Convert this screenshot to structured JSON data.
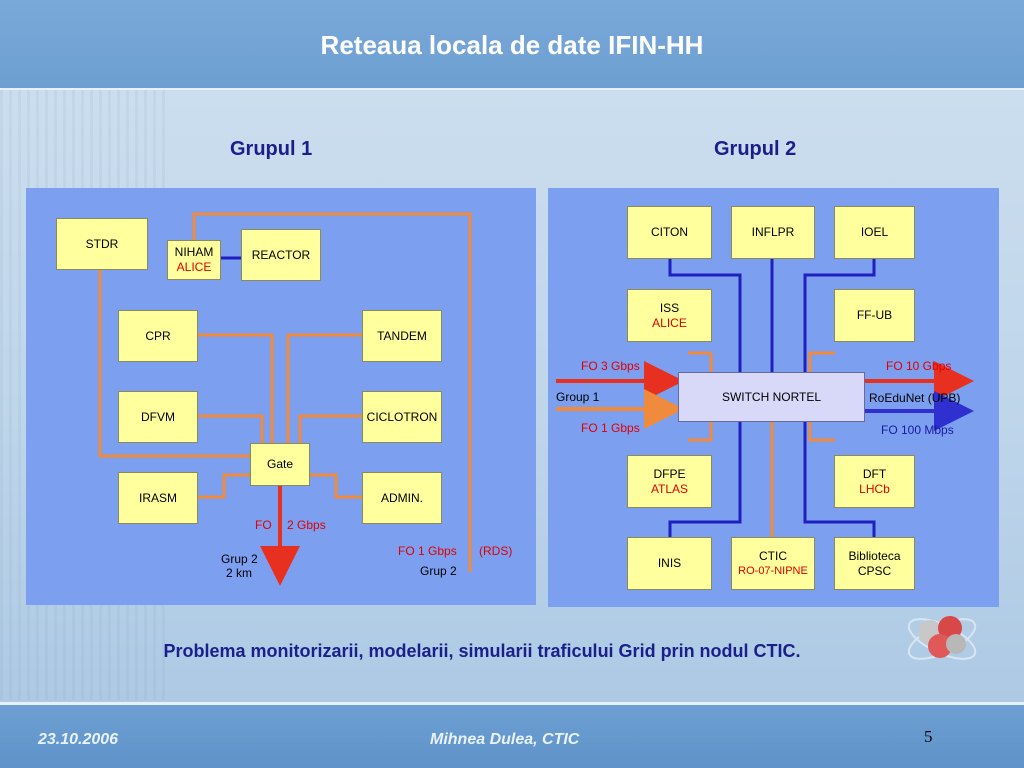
{
  "title": "Reteaua locala de date IFIN-HH",
  "colors": {
    "title_bar": "#6d9fd2",
    "panel": "#7d9ff0",
    "box": "#ffff9e",
    "wire_orange": "#f08a3c",
    "wire_blue": "#2020c0",
    "arrow_red": "#e83020",
    "heading": "#1a1f8c"
  },
  "group1": {
    "heading": "Grupul 1",
    "boxes": {
      "stdr": "STDR",
      "niham_line1": "NIHAM",
      "niham_line2": "ALICE",
      "reactor": "REACTOR",
      "cpr": "CPR",
      "tandem": "TANDEM",
      "dfvm": "DFVM",
      "ciclotron": "CICLOTRON",
      "gate": "Gate",
      "irasm": "IRASM",
      "admin": "ADMIN."
    },
    "labels": {
      "fo": "FO",
      "gbps": "2 Gbps",
      "grup2_line1": "Grup 2",
      "grup2_line2": "2 km",
      "fo1": "FO 1 Gbps",
      "rds": "(RDS)",
      "grup2_right": "Grup 2"
    }
  },
  "group2": {
    "heading": "Grupul 2",
    "boxes": {
      "citon": "CITON",
      "inflpr": "INFLPR",
      "ioel": "IOEL",
      "iss_line1": "ISS",
      "iss_line2": "ALICE",
      "ffub": "FF-UB",
      "switch": "SWITCH NORTEL",
      "dfpe_line1": "DFPE",
      "dfpe_line2": "ATLAS",
      "dft_line1": "DFT",
      "dft_line2": "LHCb",
      "inis": "INIS",
      "ctic_line1": "CTIC",
      "ctic_line2": "RO-07-NIPNE",
      "biblio_line1": "Biblioteca",
      "biblio_line2": "CPSC"
    },
    "labels": {
      "fo3": "FO 3 Gbps",
      "group1": "Group 1",
      "fo1": "FO 1 Gbps",
      "fo10": "FO 10 Gbps",
      "roedunet": "RoEduNet (UPB)",
      "fo100": "FO 100 Mbps"
    }
  },
  "note": "Problema monitorizarii, modelarii, simularii traficului Grid prin nodul CTIC.",
  "footer": {
    "date": "23.10.2006",
    "author": "Mihnea Dulea, CTIC",
    "page": "5"
  }
}
